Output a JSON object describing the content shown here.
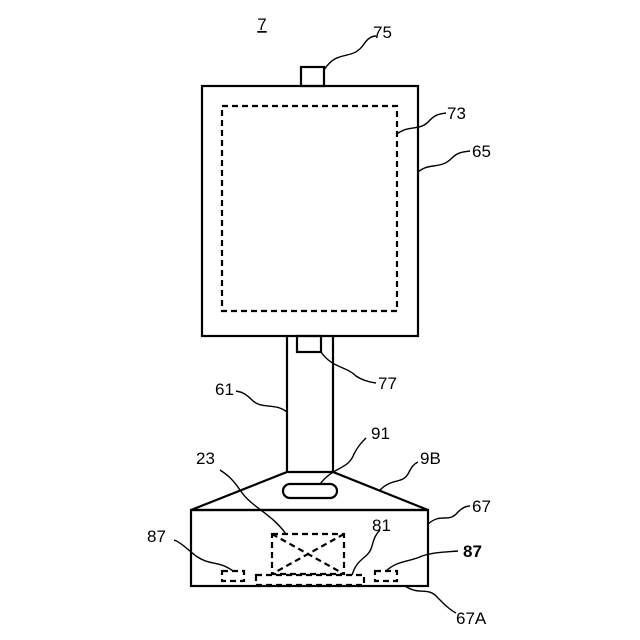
{
  "figure": {
    "number": "7",
    "labels": {
      "camera_top": "75",
      "display_region": "73",
      "panel": "65",
      "camera_bottom": "77",
      "pole": "61",
      "handle": "91",
      "cover": "9B",
      "module": "23",
      "base": "67",
      "board": "81",
      "foot_left": "87",
      "foot_right": "87",
      "base_bottom": "67A"
    }
  }
}
